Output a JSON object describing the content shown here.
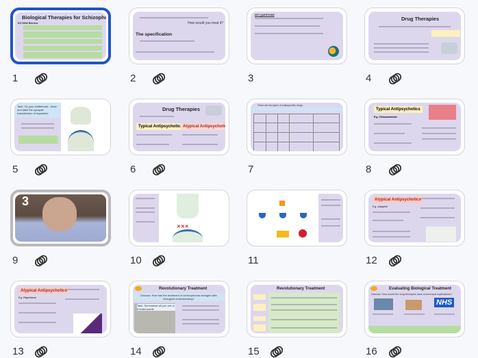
{
  "colors": {
    "selected_border": "#1f55c4",
    "slide_bg": "#ddd7ee",
    "accent_green": "#b7dca1"
  },
  "slides": [
    {
      "number": "1",
      "title": "Biological Therapies for Schizophrenia",
      "subtitle": "DO NOW Retrieve",
      "has_animation": true
    },
    {
      "number": "2",
      "question": "How would you treat it?",
      "title": "The specification",
      "has_animation": true
    },
    {
      "number": "3",
      "title": "KEY QUESTIONS",
      "has_animation": false
    },
    {
      "number": "4",
      "title": "Drug Therapies",
      "has_animation": true
    },
    {
      "number": "5",
      "title": "Task: On your whiteboard - draw and label the synaptic transmission of dopamine",
      "has_animation": true
    },
    {
      "number": "6",
      "title": "Drug Therapies",
      "typical": "Typical Antipsychotics",
      "atypical": "Atypical Antipsychotics",
      "has_animation": true
    },
    {
      "number": "7",
      "title": "There are two types of antipsychotic drugs.",
      "has_animation": false
    },
    {
      "number": "8",
      "title": "Typical Antipsychotics",
      "subtitle": "E.g. Chlorpromazine",
      "has_animation": true
    },
    {
      "number": "9",
      "overlay": "3",
      "has_animation": true
    },
    {
      "number": "10",
      "has_animation": true
    },
    {
      "number": "11",
      "has_animation": false
    },
    {
      "number": "12",
      "title": "Atypical Antipsychotics",
      "subtitle": "E.g. clozapine",
      "has_animation": true
    },
    {
      "number": "13",
      "title": "Atypical Antipsychotics",
      "subtitle": "E.g. Risperidone",
      "has_animation": true
    },
    {
      "number": "14",
      "title": "Revolutionary Treatment",
      "subtitle": "Discuss: How has the treatment of schizophrenia changed with biological understanding?",
      "task": "Task: Summarise all you see in 5 bullet points",
      "has_animation": true
    },
    {
      "number": "15",
      "title": "Revolutionary Treatment",
      "has_animation": true
    },
    {
      "number": "16",
      "title": "Evaluating Biological Treatment",
      "subtitle": "Discuss: How would the drug therapies have economical implications?",
      "logo": "NHS",
      "has_animation": true
    }
  ]
}
